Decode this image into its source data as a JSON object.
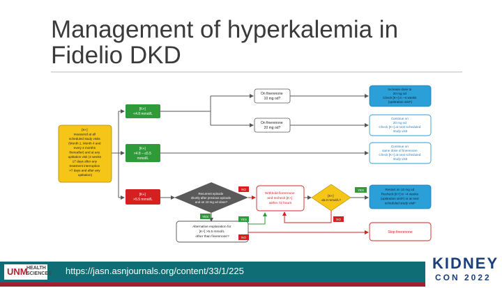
{
  "slide": {
    "title_line1": "Management of hyperkalemia in",
    "title_line2": "Fidelio DKD",
    "footer_url": "https://jasn.asnjournals.org/content/33/1/225",
    "logo_mark": "UNM",
    "logo_line1": "HEALTH",
    "logo_line2": "SCIENCES",
    "brand_big": "KIDNEY",
    "brand_small": "CON 2022"
  },
  "diagram": {
    "start": [
      "[K+]",
      "measured at all",
      "scheduled study visits",
      "(Month 1, Month 4 and",
      "every 4 months",
      "thereafter) and at any",
      "uptitation visit (4 weeks",
      "±7 days after any",
      "treatment interruption",
      ">7 days and after any",
      "uptitation)"
    ],
    "k_low": [
      "[K+]",
      "<4.8 mmol/L"
    ],
    "k_mid": [
      "[K+]",
      ">4.8 – ≤5.5",
      "mmol/L"
    ],
    "k_high": [
      "[K+]",
      ">5.5 mmol/L"
    ],
    "on_10": [
      "On finerenone",
      "10 mg od?"
    ],
    "on_20": [
      "On finerenone",
      "20 mg od?"
    ],
    "increase": [
      "Increase dose to",
      "20 mg od",
      "Check [K+] in ~4 weeks",
      "(uptitration visit*)"
    ],
    "continue20": [
      "Continue on",
      "20 mg od",
      "Check [K+] at next scheduled",
      "study visit"
    ],
    "continue_same": [
      "Continue on",
      "same dose of finerenone",
      "Check [K+] at next scheduled",
      "study visit"
    ],
    "recurrent": [
      "Recurrent episode",
      "shortly after previous episode",
      "and on 10 mg od dose?"
    ],
    "withhold": [
      "Withhold finerenone",
      "and recheck [K+]",
      "within 72 hours"
    ],
    "k_check": [
      "[K+]",
      "≤5.0 mmol/L?"
    ],
    "restart": [
      "Restart on 10 mg od",
      "Recheck [K+] in ~4 weeks",
      "(uptitration visit*) or at next",
      "scheduled study visit*"
    ],
    "alternative": [
      "Alternative explanation for",
      "[K+] >5.5 mmol/L",
      "other than finerenone?"
    ],
    "stop": [
      "Stop finerenone"
    ],
    "yes": "YES",
    "no": "NO"
  },
  "colors": {
    "accent_yellow": "#f5c518",
    "green": "#2e9a3a",
    "red": "#d42020",
    "blue": "#2a9fd8",
    "grey_diamond": "#5a5a5a",
    "teal_footer": "#0f6e75"
  }
}
